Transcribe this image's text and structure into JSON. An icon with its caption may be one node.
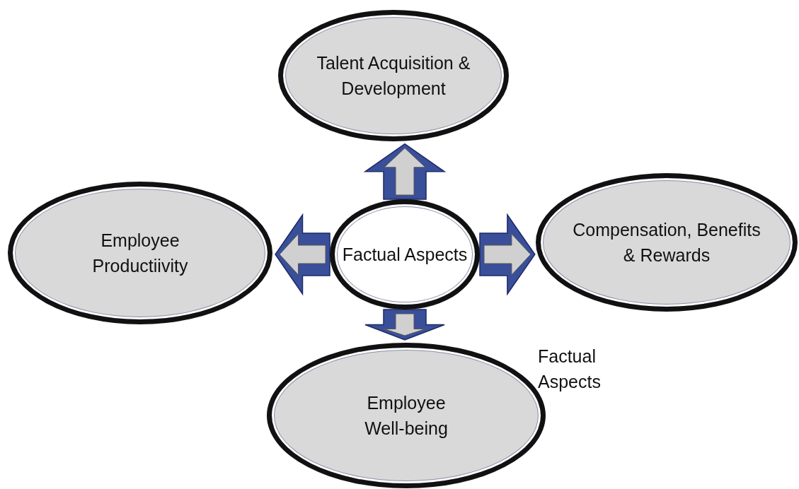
{
  "diagram": {
    "nodes": [
      {
        "text": [
          "Factual Aspects"
        ]
      },
      {
        "text": [
          "Talent Acquisition & Development"
        ]
      },
      {
        "text": [
          "Employee Productiivity"
        ]
      },
      {
        "text": [
          "Compensation, Benefits & Rewards"
        ]
      },
      {
        "text": [
          "Employee Well-being"
        ]
      }
    ],
    "edges": [
      {
        "from": 0,
        "to": 1,
        "arrow": "to"
      },
      {
        "from": 0,
        "to": 2,
        "arrow": "to"
      },
      {
        "from": 0,
        "to": 3,
        "arrow": "to"
      },
      {
        "from": 0,
        "to": 4,
        "arrow": "to"
      }
    ],
    "labels": [
      "Factual Aspects"
    ]
  }
}
